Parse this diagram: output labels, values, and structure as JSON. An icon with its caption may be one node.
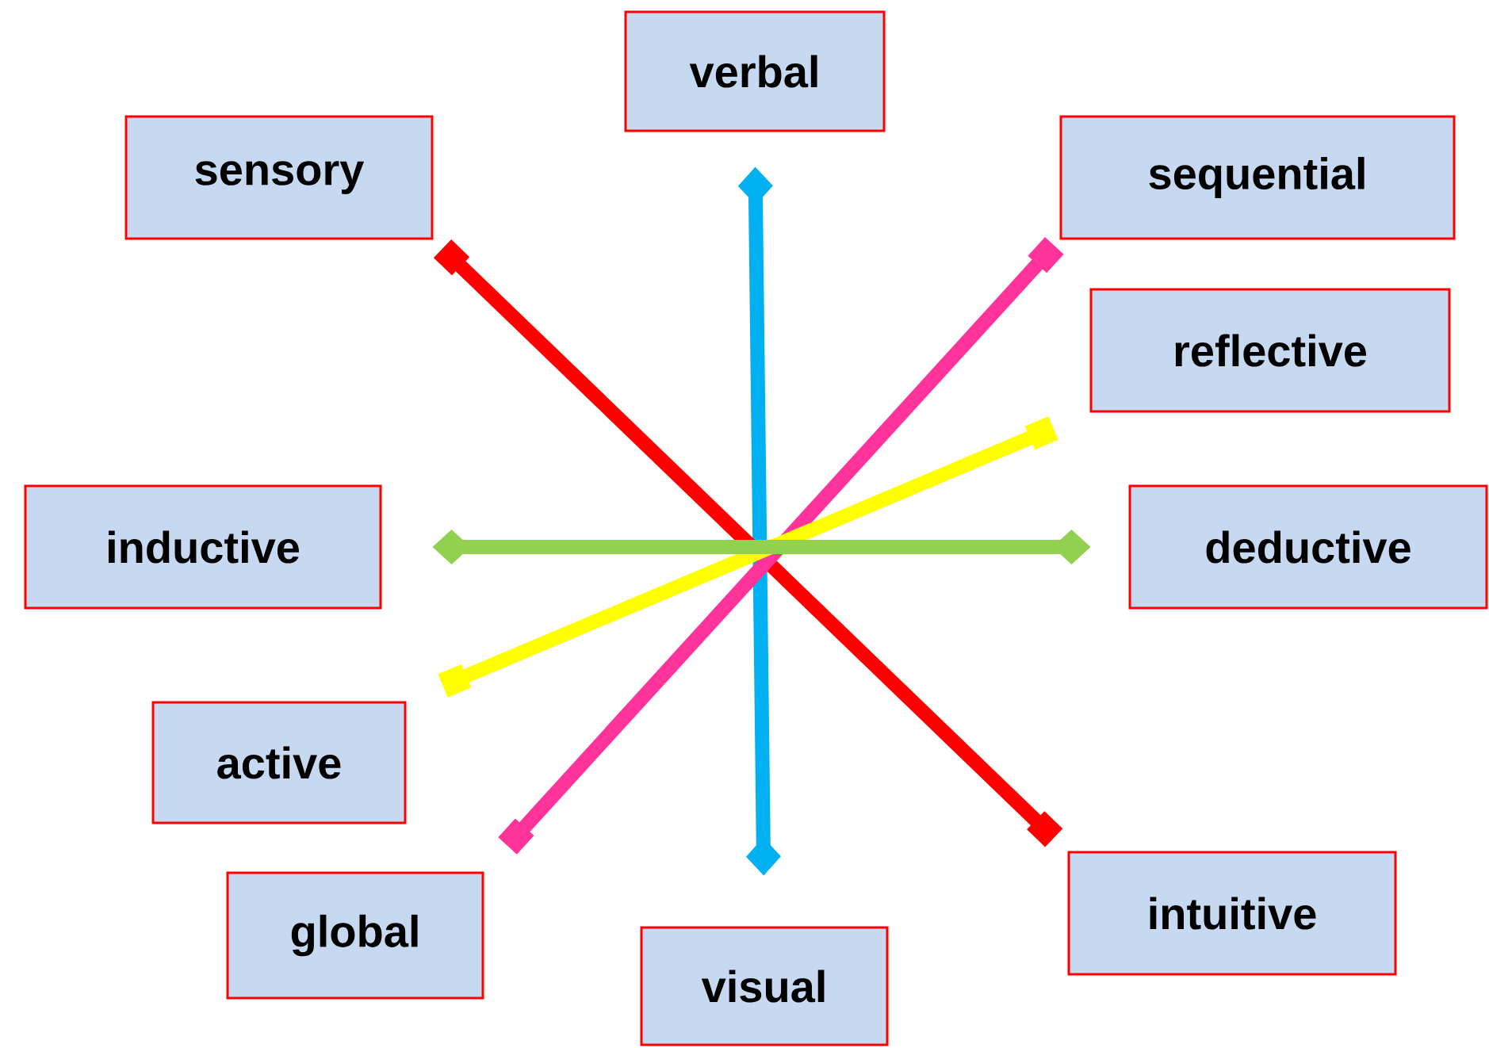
{
  "diagram": {
    "nodes": [
      {
        "text": [
          "verbal"
        ]
      },
      {
        "text": [
          "sensory"
        ]
      },
      {
        "text": [
          "sequential"
        ]
      },
      {
        "text": [
          "reflective"
        ]
      },
      {
        "text": [
          "inductive"
        ]
      },
      {
        "text": [
          "deductive"
        ]
      },
      {
        "text": [
          "active"
        ]
      },
      {
        "text": [
          "intuitive"
        ]
      },
      {
        "text": [
          "global"
        ]
      },
      {
        "text": [
          "visual"
        ]
      }
    ],
    "edges": [
      {
        "from": 0,
        "to": 9,
        "arrow": "other",
        "color": "#00b0f0"
      },
      {
        "from": 1,
        "to": 7,
        "arrow": "other",
        "color": "#ff0000"
      },
      {
        "from": 2,
        "to": 8,
        "arrow": "other",
        "color": "#ff3399"
      },
      {
        "from": 3,
        "to": 6,
        "arrow": "other",
        "color": "#ffff00"
      },
      {
        "from": 4,
        "to": 5,
        "arrow": "other",
        "color": "#92d050"
      }
    ]
  }
}
